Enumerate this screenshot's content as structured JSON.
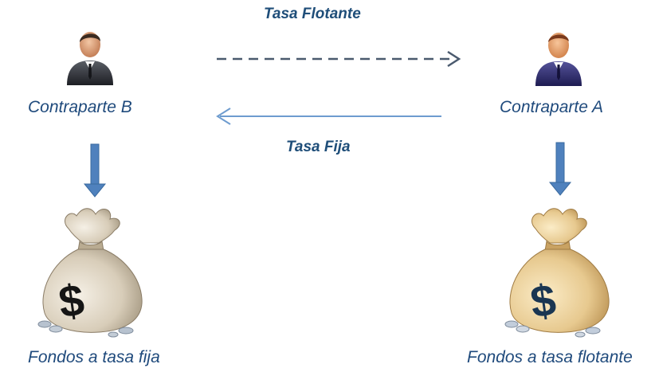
{
  "rates": {
    "floating": "Tasa Flotante",
    "fixed": "Tasa Fija"
  },
  "parties": {
    "b": "Contraparte B",
    "a": "Contraparte A"
  },
  "funds": {
    "b": "Fondos a tasa fija",
    "a": "Fondos a tasa flotante",
    "symbol": "$"
  },
  "colors": {
    "label": "#1f4e79",
    "dashed_arrow": "#4a5a6e",
    "solid_arrow": "#6e9ccf",
    "down_arrow": "#4f81bd",
    "suit_b": "#3a3d44",
    "suit_a": "#2e2c6e",
    "bag_b": "#d8cdb9",
    "bag_a": "#e7c98f"
  },
  "icons": {
    "person_b": "person-icon",
    "person_a": "person-icon",
    "bag_b": "money-bag-icon",
    "bag_a": "money-bag-icon"
  }
}
